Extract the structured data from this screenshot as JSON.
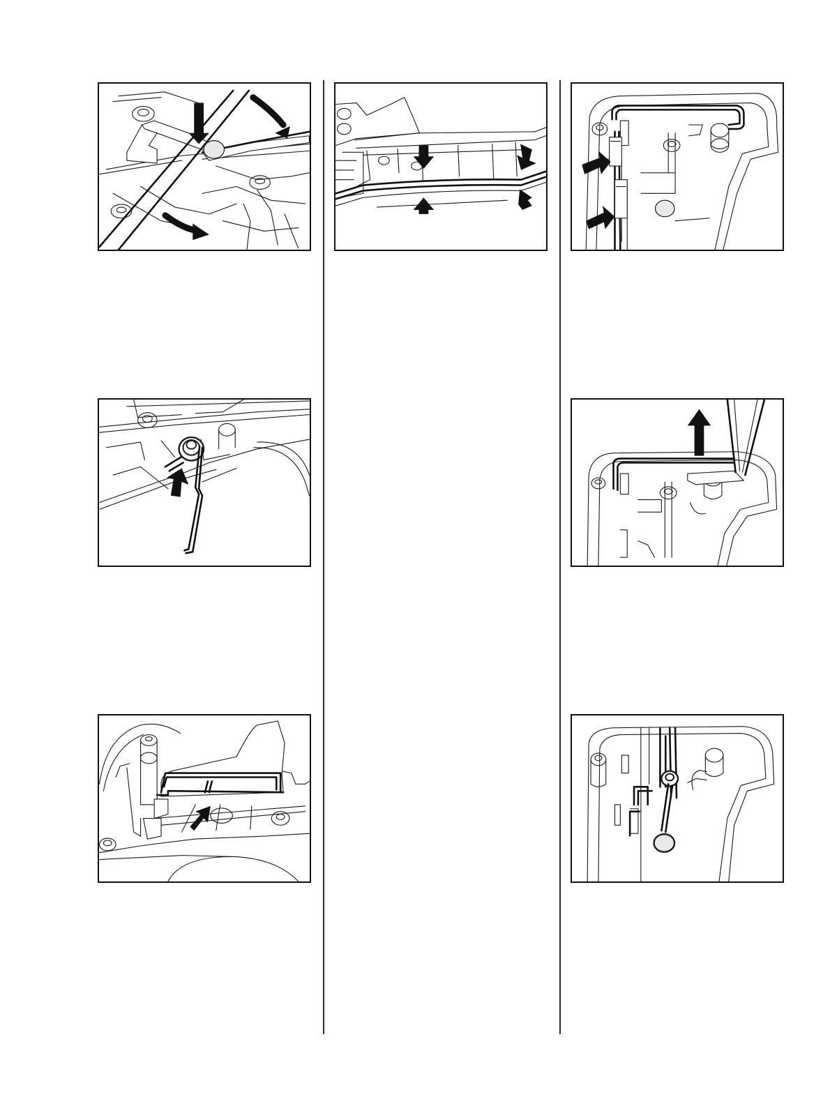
{
  "page": {
    "columns": 3,
    "figures": [
      {
        "id": "fig-1",
        "column": 1,
        "row": 1,
        "icon": "lever-pry-tool-illustration"
      },
      {
        "id": "fig-2",
        "column": 2,
        "row": 1,
        "icon": "cable-seated-in-housing-illustration"
      },
      {
        "id": "fig-3",
        "column": 3,
        "row": 1,
        "icon": "cable-clips-in-handle-illustration"
      },
      {
        "id": "fig-4",
        "column": 1,
        "row": 2,
        "icon": "torsion-spring-illustration"
      },
      {
        "id": "fig-5",
        "column": 3,
        "row": 2,
        "icon": "remove-lever-pliers-illustration"
      },
      {
        "id": "fig-6",
        "column": 1,
        "row": 3,
        "icon": "trigger-spring-leg-illustration"
      },
      {
        "id": "fig-7",
        "column": 3,
        "row": 3,
        "icon": "spring-and-pin-illustration"
      }
    ]
  }
}
